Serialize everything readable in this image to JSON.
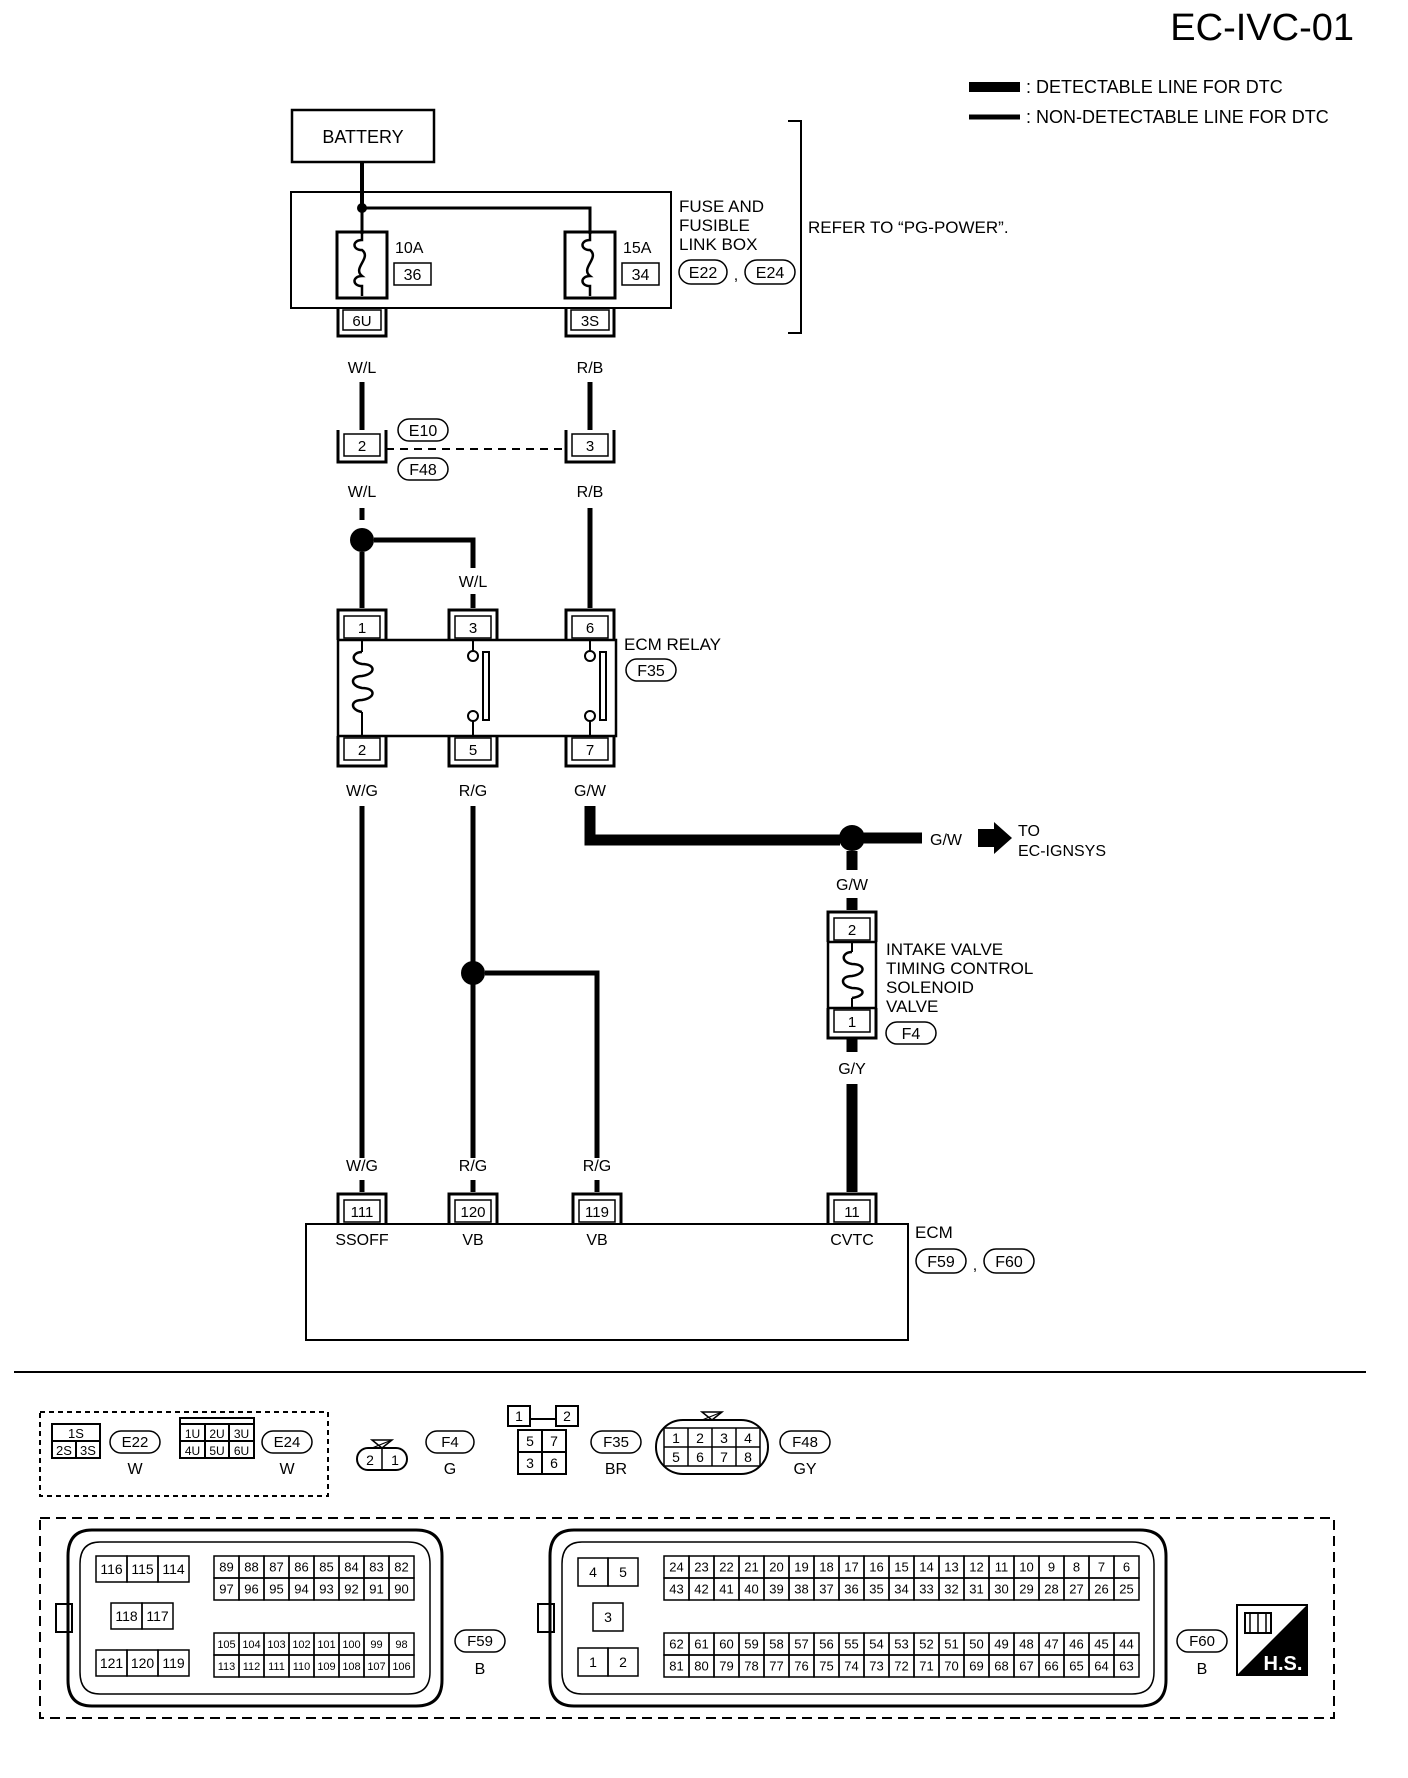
{
  "header": {
    "page_id": "EC-IVC-01"
  },
  "legend": {
    "detectable": ": DETECTABLE LINE FOR DTC",
    "non_detectable": ": NON-DETECTABLE LINE FOR DTC"
  },
  "battery": {
    "label": "BATTERY"
  },
  "fuse_box": {
    "title_lines": [
      "FUSE AND",
      "FUSIBLE",
      "LINK BOX"
    ],
    "connectors": [
      "E22",
      "E24"
    ],
    "separator": ",",
    "reference": "REFER TO “PG-POWER”.",
    "fuse_left": {
      "rating": "10A",
      "number": "36",
      "terminal": "6U"
    },
    "fuse_right": {
      "rating": "15A",
      "number": "34",
      "terminal": "3S"
    }
  },
  "wire_colors": {
    "wl": "W/L",
    "rb": "R/B",
    "wg": "W/G",
    "rg": "R/G",
    "gw": "G/W",
    "gy": "G/Y"
  },
  "joint_connector": {
    "ids": [
      "E10",
      "F48"
    ],
    "pin_left": "2",
    "pin_right": "3"
  },
  "ecm_relay": {
    "label": "ECM RELAY",
    "connector": "F35",
    "top_pins": [
      "1",
      "3",
      "6"
    ],
    "bottom_pins": [
      "2",
      "5",
      "7"
    ]
  },
  "to_ignsys": {
    "wire": "G/W",
    "lines": [
      "TO",
      "EC-IGNSYS"
    ]
  },
  "solenoid": {
    "lines": [
      "INTAKE VALVE",
      "TIMING CONTROL",
      "SOLENOID",
      "VALVE"
    ],
    "connector": "F4",
    "pin_top": "2",
    "pin_bottom": "1"
  },
  "ecm": {
    "label": "ECM",
    "connectors": [
      "F59",
      "F60"
    ],
    "separator": ",",
    "terminals": [
      {
        "pin": "111",
        "name": "SSOFF"
      },
      {
        "pin": "120",
        "name": "VB"
      },
      {
        "pin": "119",
        "name": "VB"
      },
      {
        "pin": "11",
        "name": "CVTC"
      }
    ]
  },
  "connector_views": {
    "e22": {
      "id": "E22",
      "color": "W",
      "cells": [
        "1S",
        "2S",
        "3S"
      ]
    },
    "e24": {
      "id": "E24",
      "color": "W",
      "cells": [
        "1U",
        "2U",
        "3U",
        "4U",
        "5U",
        "6U"
      ]
    },
    "f4": {
      "id": "F4",
      "color": "G",
      "cells": [
        "2",
        "1"
      ]
    },
    "f35": {
      "id": "F35",
      "color": "BR",
      "cells": [
        "1",
        "2",
        "5",
        "7",
        "3",
        "6"
      ]
    },
    "f48": {
      "id": "F48",
      "color": "GY",
      "cells": [
        "1",
        "2",
        "3",
        "4",
        "5",
        "6",
        "7",
        "8"
      ]
    },
    "f59": {
      "id": "F59",
      "color": "B",
      "block_a_row1": [
        "116",
        "115",
        "114"
      ],
      "block_a_row2": [
        "118",
        "117"
      ],
      "block_a_row3": [
        "121",
        "120",
        "119"
      ],
      "block_b_row1": [
        "89",
        "88",
        "87",
        "86",
        "85",
        "84",
        "83",
        "82"
      ],
      "block_b_row2": [
        "97",
        "96",
        "95",
        "94",
        "93",
        "92",
        "91",
        "90"
      ],
      "block_c_row1": [
        "105",
        "104",
        "103",
        "102",
        "101",
        "100",
        "99",
        "98"
      ],
      "block_c_row2": [
        "113",
        "112",
        "111",
        "110",
        "109",
        "108",
        "107",
        "106"
      ]
    },
    "f60": {
      "id": "F60",
      "color": "B",
      "small_top": [
        "4",
        "5"
      ],
      "small_mid": [
        "3"
      ],
      "small_bottom": [
        "1",
        "2"
      ],
      "row1": [
        "24",
        "23",
        "22",
        "21",
        "20",
        "19",
        "18",
        "17",
        "16",
        "15",
        "14",
        "13",
        "12",
        "11",
        "10",
        "9",
        "8",
        "7",
        "6"
      ],
      "row2": [
        "43",
        "42",
        "41",
        "40",
        "39",
        "38",
        "37",
        "36",
        "35",
        "34",
        "33",
        "32",
        "31",
        "30",
        "29",
        "28",
        "27",
        "26",
        "25"
      ],
      "row3": [
        "62",
        "61",
        "60",
        "59",
        "58",
        "57",
        "56",
        "55",
        "54",
        "53",
        "52",
        "51",
        "50",
        "49",
        "48",
        "47",
        "46",
        "45",
        "44"
      ],
      "row4": [
        "81",
        "80",
        "79",
        "78",
        "77",
        "76",
        "75",
        "74",
        "73",
        "72",
        "71",
        "70",
        "69",
        "68",
        "67",
        "66",
        "65",
        "64",
        "63"
      ]
    }
  },
  "hs_badge": {
    "label": "H.S."
  }
}
